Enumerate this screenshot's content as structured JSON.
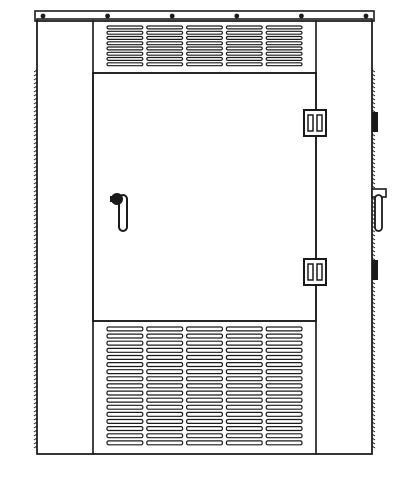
{
  "drawing": {
    "subject": "enclosure-front-elevation",
    "colors": {
      "line": "#1a1a1a",
      "background": "#ffffff"
    },
    "components": {
      "top_louver_rows": 8,
      "top_louver_columns": 5,
      "bottom_louver_rows": 17,
      "bottom_louver_columns": 5,
      "door_hinges": 2,
      "door_handles": 1,
      "side_handles": 1,
      "top_bolts": 6
    },
    "icons": {
      "hinge": "hinge-icon",
      "handle": "handle-icon",
      "bolt": "bolt-icon",
      "louver": "louver-vent-icon"
    }
  }
}
